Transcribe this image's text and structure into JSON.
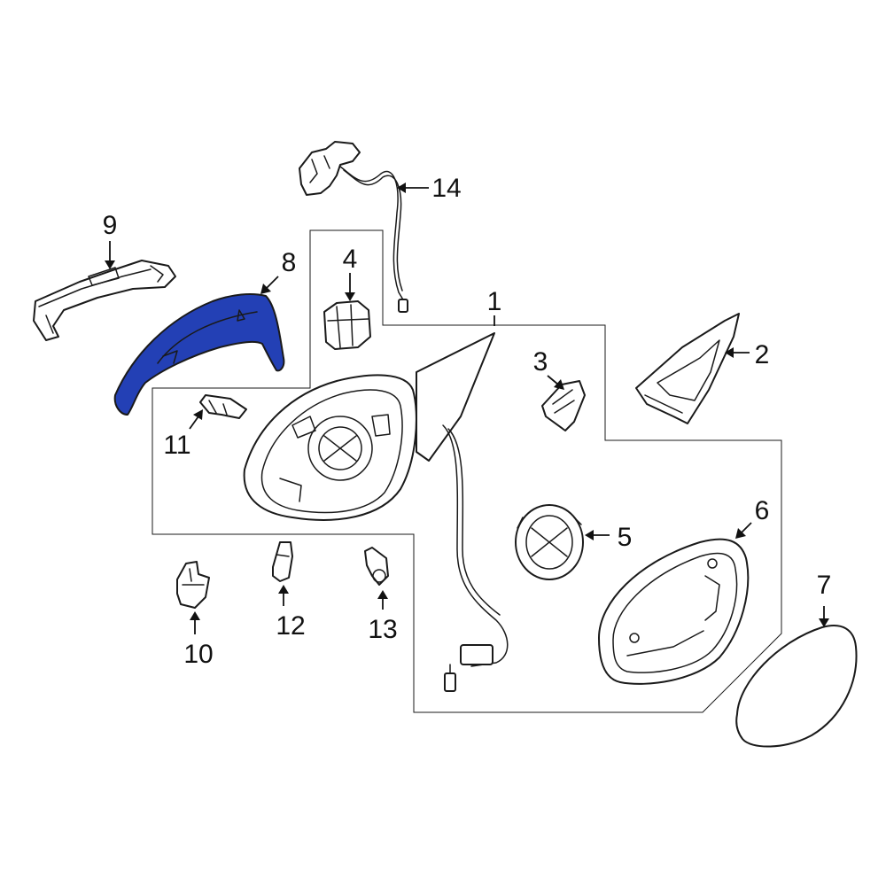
{
  "diagram": {
    "highlight_color": "#2340b5",
    "line_color": "#1a1a1a",
    "callouts": [
      {
        "id": "1",
        "label": "1"
      },
      {
        "id": "2",
        "label": "2"
      },
      {
        "id": "3",
        "label": "3"
      },
      {
        "id": "4",
        "label": "4"
      },
      {
        "id": "5",
        "label": "5"
      },
      {
        "id": "6",
        "label": "6"
      },
      {
        "id": "7",
        "label": "7"
      },
      {
        "id": "8",
        "label": "8"
      },
      {
        "id": "9",
        "label": "9"
      },
      {
        "id": "10",
        "label": "10"
      },
      {
        "id": "11",
        "label": "11"
      },
      {
        "id": "12",
        "label": "12"
      },
      {
        "id": "13",
        "label": "13"
      },
      {
        "id": "14",
        "label": "14"
      }
    ],
    "highlighted_part": "8"
  }
}
